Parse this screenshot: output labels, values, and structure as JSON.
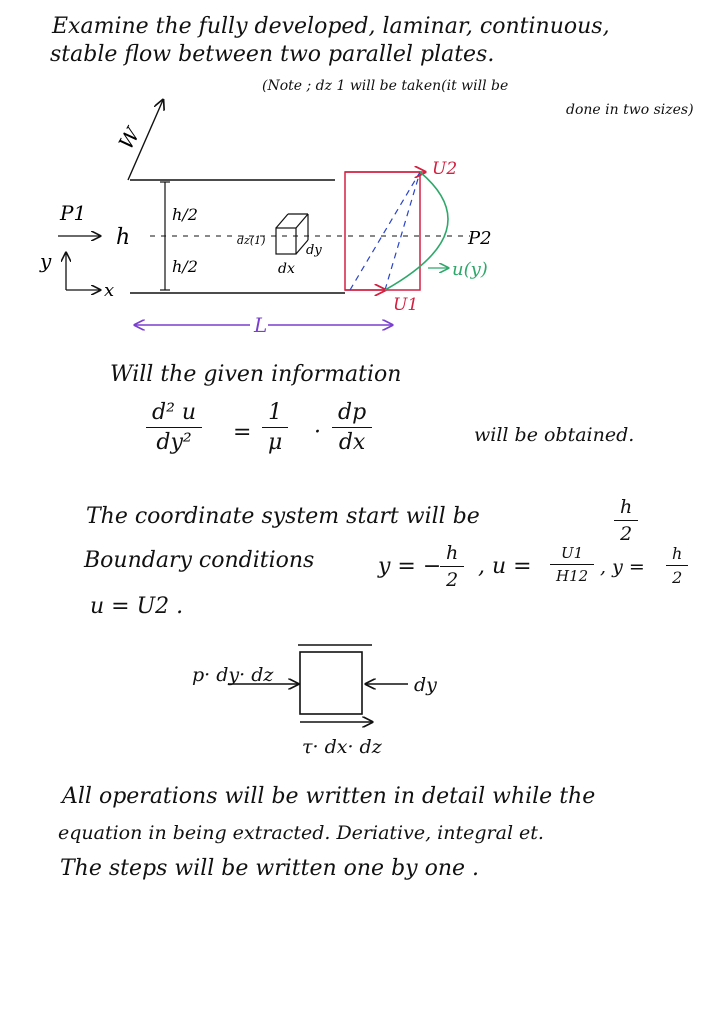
{
  "intro": {
    "line1": "Examine the fully developed, laminar, continuous,",
    "line2": "stable flow between two parallel plates.",
    "note1": "(Note ; dz 1 will be taken(it will be",
    "note2": "done in two sizes)"
  },
  "diagram": {
    "label_w": "W",
    "label_p1": "P1",
    "label_h": "h",
    "label_h2_top": "h/2",
    "label_h2_bottom": "h/2",
    "label_dz": "dz(1)",
    "label_dy": "dy",
    "label_dx": "dx",
    "label_x": "x",
    "label_y": "y",
    "label_p2": "P2",
    "label_u2": "U2",
    "label_u1": "U1",
    "label_uy": "u(y)",
    "label_l": "L",
    "colors": {
      "red": "#d22040",
      "blue": "#2a44c8",
      "green": "#2ea86a",
      "purple": "#7a3fd0"
    }
  },
  "given": {
    "line": "Will the given information",
    "lhs_num": "d² u",
    "lhs_den": "dy²",
    "equals": "=",
    "mid_num": "1",
    "mid_den": "μ",
    "dot": "·",
    "rhs_num": "dp",
    "rhs_den": "dx",
    "suffix": "will be obtained."
  },
  "coords": {
    "line1": "The coordinate system start will be",
    "h_num": "h",
    "h_den": "2",
    "bc_label": "Boundary conditions",
    "y_eq": "y = −",
    "u_eq": ", u =",
    "u1_num": "U1",
    "u1_den": "H12",
    "y2_eq": ", y =",
    "line3": "u = U2 ."
  },
  "element": {
    "left_label": "p· dy· dz",
    "right_label": "dy",
    "bottom_label": "τ· dx· dz"
  },
  "closing": {
    "line1": "All operations will be written in detail while the",
    "line2": "equation in being extracted. Deriative, integral et.",
    "line3": "The steps will be written one by one ."
  }
}
